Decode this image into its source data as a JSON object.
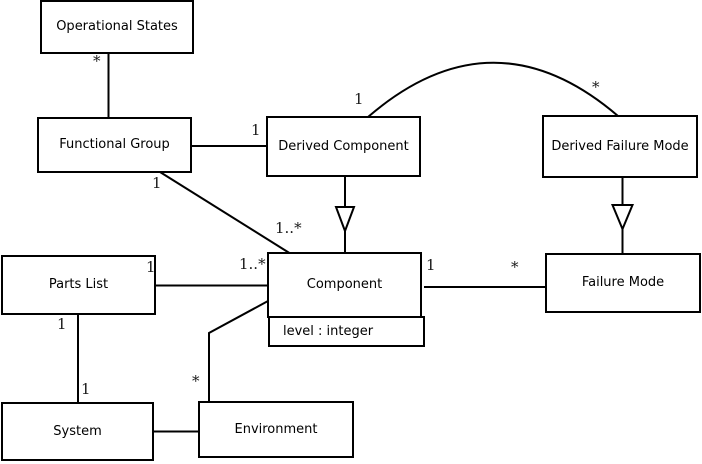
{
  "diagram": {
    "type": "uml-class-diagram",
    "background_color": "#ffffff",
    "line_color": "#000000",
    "classes": {
      "operational_states": {
        "label": "Operational States"
      },
      "functional_group": {
        "label": "Functional Group"
      },
      "derived_component": {
        "label": "Derived Component"
      },
      "derived_failure_mode": {
        "label": "Derived Failure Mode"
      },
      "parts_list": {
        "label": "Parts List"
      },
      "component": {
        "label": "Component",
        "attribute": "level : integer"
      },
      "failure_mode": {
        "label": "Failure Mode"
      },
      "system": {
        "label": "System"
      },
      "environment": {
        "label": "Environment"
      }
    },
    "associations": [
      {
        "from": "Operational States",
        "to": "Functional Group",
        "label_from": "*"
      },
      {
        "from": "Functional Group",
        "to": "Derived Component",
        "label_to": "1"
      },
      {
        "from": "Functional Group",
        "to": "Component",
        "label_from": "1",
        "label_to": "1..*"
      },
      {
        "from": "Derived Component",
        "to": "Derived Failure Mode",
        "label_from": "1",
        "label_to": "*",
        "shape": "arc"
      },
      {
        "from": "Parts List",
        "to": "Component",
        "label_from": "1",
        "label_to": "1..*"
      },
      {
        "from": "Component",
        "to": "Failure Mode",
        "label_from": "1",
        "label_to": "*"
      },
      {
        "from": "Parts List",
        "to": "System",
        "label_from": "1",
        "label_to": "1"
      },
      {
        "from": "System",
        "to": "Environment"
      },
      {
        "from": "Environment",
        "to": "Component",
        "label_from": "*"
      }
    ],
    "generalizations": [
      {
        "child": "Derived Component",
        "parent": "Component"
      },
      {
        "child": "Derived Failure Mode",
        "parent": "Failure Mode"
      }
    ]
  }
}
